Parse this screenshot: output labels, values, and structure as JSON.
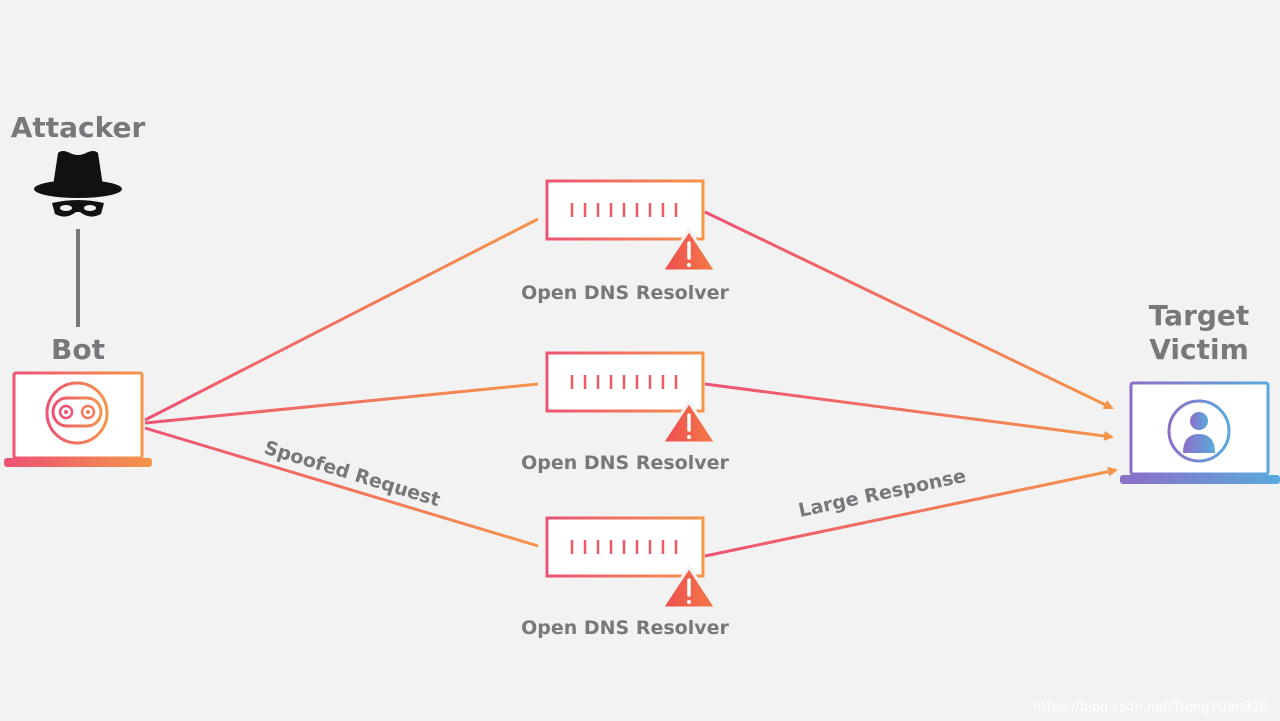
{
  "nodes": {
    "attacker": {
      "label": "Attacker",
      "icon": "spy-hat-icon"
    },
    "bot": {
      "label": "Bot",
      "icon": "robot-face-icon"
    },
    "target": {
      "label_line1": "Target",
      "label_line2": "Victim",
      "icon": "user-avatar-icon"
    },
    "resolvers": [
      {
        "label": "Open DNS Resolver",
        "icon": "server-warning-icon"
      },
      {
        "label": "Open DNS Resolver",
        "icon": "server-warning-icon"
      },
      {
        "label": "Open DNS Resolver",
        "icon": "server-warning-icon"
      }
    ]
  },
  "edges": {
    "request_label": "Spoofed Request",
    "response_label": "Large Response"
  },
  "watermark": "https://blog.csdn.net/TsengYUan920",
  "colors": {
    "background": "#f2f2f2",
    "text": "#77787b",
    "gradient_pink": "#ee5274",
    "gradient_orange": "#f4954a",
    "victim_purple": "#8c6ec8",
    "victim_blue": "#5aaadc",
    "warning_red": "#ee4d52",
    "attacker_black": "#111111"
  }
}
